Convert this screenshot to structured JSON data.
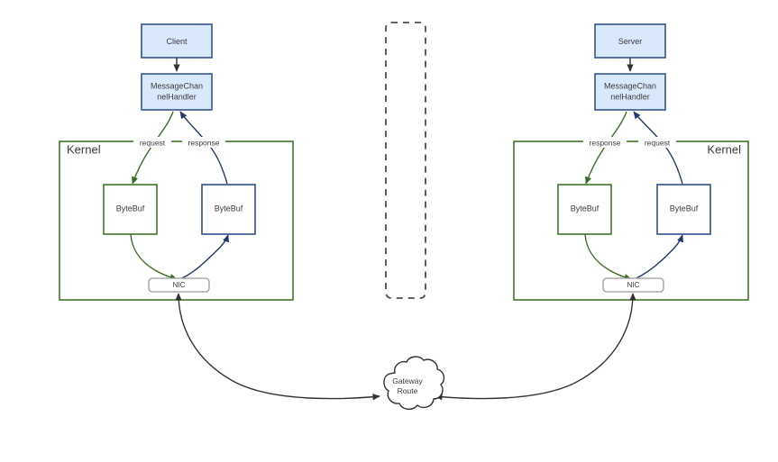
{
  "diagram": {
    "title": "Client/Server Netty kernel ByteBuf data flow through gateway route",
    "colors": {
      "node_fill_blue": "#dae8fc",
      "node_stroke_blue": "#36558f",
      "kernel_stroke_green": "#44762a",
      "bytebuf_stroke_green": "#44762a",
      "bytebuf_stroke_blue": "#2f4f8f",
      "nic_stroke_gray": "#9a9a9a",
      "arrow_dark": "#333333",
      "arrow_green": "#3a6b20",
      "arrow_blue": "#21386b",
      "dashed_stroke": "#4d4d4d",
      "text": "#3b3b3b",
      "background": "#ffffff"
    },
    "left": {
      "endpoint_label": "Client",
      "handler_label": "MessageChan\nnelHandler",
      "handler_line1": "MessageChan",
      "handler_line2": "nelHandler",
      "kernel_label": "Kernel",
      "outbound_edge_label": "request",
      "inbound_edge_label": "response",
      "bytebuf_out_label": "ByteBuf",
      "bytebuf_in_label": "ByteBuf",
      "nic_label": "NIC"
    },
    "right": {
      "endpoint_label": "Server",
      "handler_label": "MessageChan\nnelHandler",
      "handler_line1": "MessageChan",
      "handler_line2": "nelHandler",
      "kernel_label": "Kernel",
      "outbound_edge_label": "response",
      "inbound_edge_label": "request",
      "bytebuf_out_label": "ByteBuf",
      "bytebuf_in_label": "ByteBuf",
      "nic_label": "NIC"
    },
    "center": {
      "dashed_box_label": ""
    },
    "cloud": {
      "line1": "Gateway",
      "line2": "Route"
    }
  }
}
